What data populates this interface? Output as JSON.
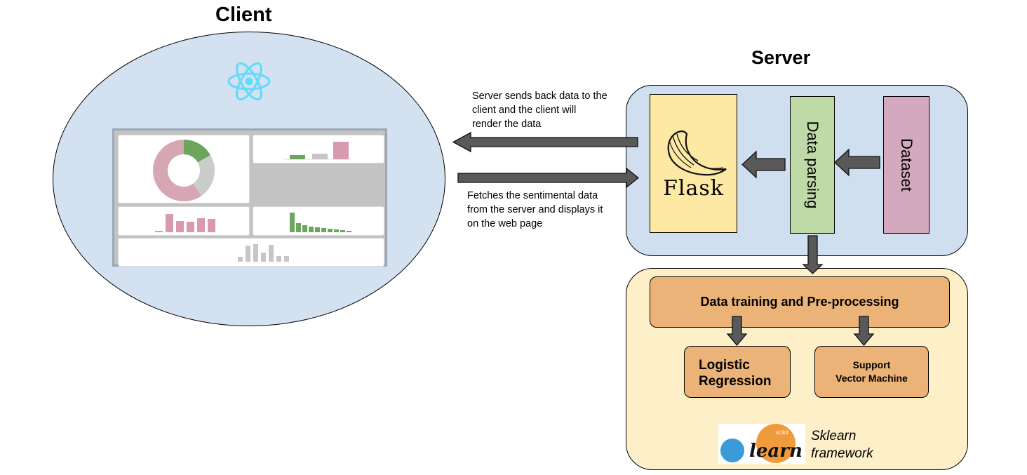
{
  "client": {
    "title": "Client",
    "icon": "react-logo-icon",
    "dashboard": {
      "icon": "dashboard-screenshot",
      "donut_colors": [
        "#6da55f",
        "#c9cdc9",
        "#d6a6b3"
      ],
      "accent": {
        "green": "#6da55f",
        "gray": "#c6c6c6",
        "pink": "#d99aae"
      }
    }
  },
  "server": {
    "title": "Server",
    "flask": {
      "label": "Flask",
      "icon": "flask-horn-icon"
    },
    "data_parsing": {
      "label": "Data parsing"
    },
    "dataset": {
      "label": "Dataset"
    }
  },
  "arrows": {
    "to_client_label": "Server sends back data to the client and the client will render the data",
    "to_client_lines": [
      "Server sends back data to the",
      "client and the client will",
      "render the data"
    ],
    "to_server_label": "Fetches the sentimental data from the server and displays it on the web page",
    "to_server_lines": [
      "Fetches the sentimental data",
      "from the server and displays it",
      "on the web page"
    ]
  },
  "ml": {
    "training": "Data training and Pre-processing",
    "logistic_lines": [
      "Logistic",
      "Regression"
    ],
    "svm_lines": [
      "Support",
      "Vector Machine"
    ],
    "logo": {
      "word": "learn",
      "small": "scikit",
      "icon": "scikit-learn-logo-icon"
    },
    "framework_lines": [
      "Sklearn",
      "framework"
    ]
  },
  "colors": {
    "client_bg": "#d3e1f1",
    "server_bg": "#d0dff0",
    "sklearn_bg": "#fdf0c9",
    "flask_bg": "#fde8a4",
    "parse_bg": "#bfdaa7",
    "dataset_bg": "#d4a8bd",
    "orange": "#ebb378",
    "arrow": "#595959",
    "react_blue": "#61dafb"
  }
}
